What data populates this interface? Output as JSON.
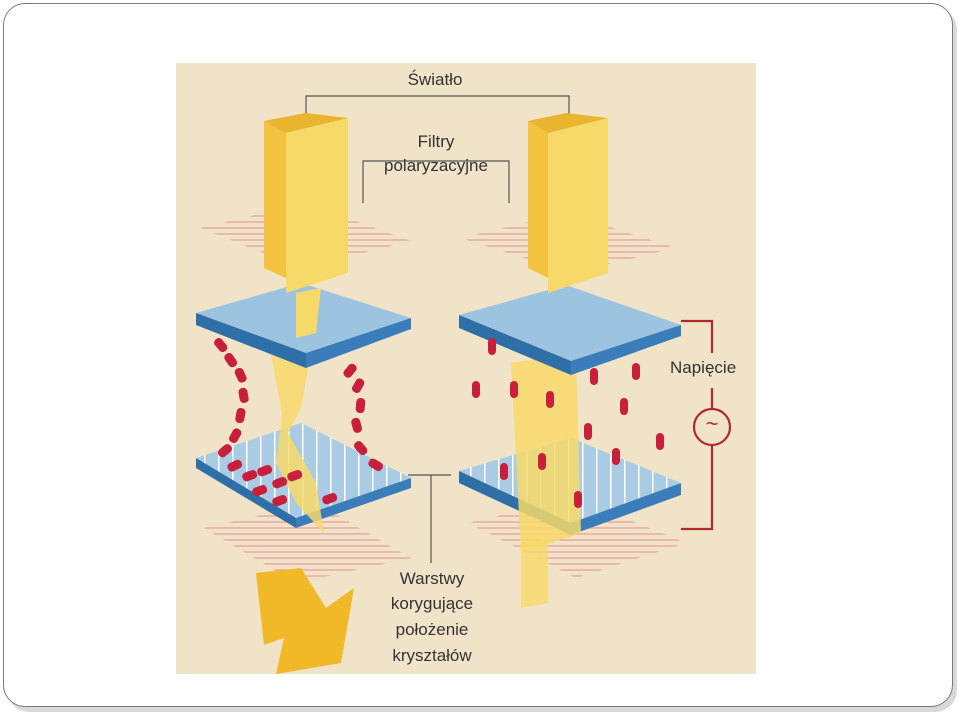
{
  "labels": {
    "light": "Światło",
    "filters_line1": "Filtry",
    "filters_line2": "polaryzacyjne",
    "voltage": "Napięcie",
    "layers_line1": "Warstwy",
    "layers_line2": "korygujące",
    "layers_line3": "położenie",
    "layers_line4": "kryształów",
    "ac_symbol": "~"
  },
  "colors": {
    "background": "#f1e3c8",
    "light_beam": "#f5cf4f",
    "plate": "#9cc4e0",
    "plate_edge": "#2f6fa8",
    "filter_lines": "#e89a9a",
    "crystals": "#c8203c",
    "wire": "#b02a2a"
  }
}
